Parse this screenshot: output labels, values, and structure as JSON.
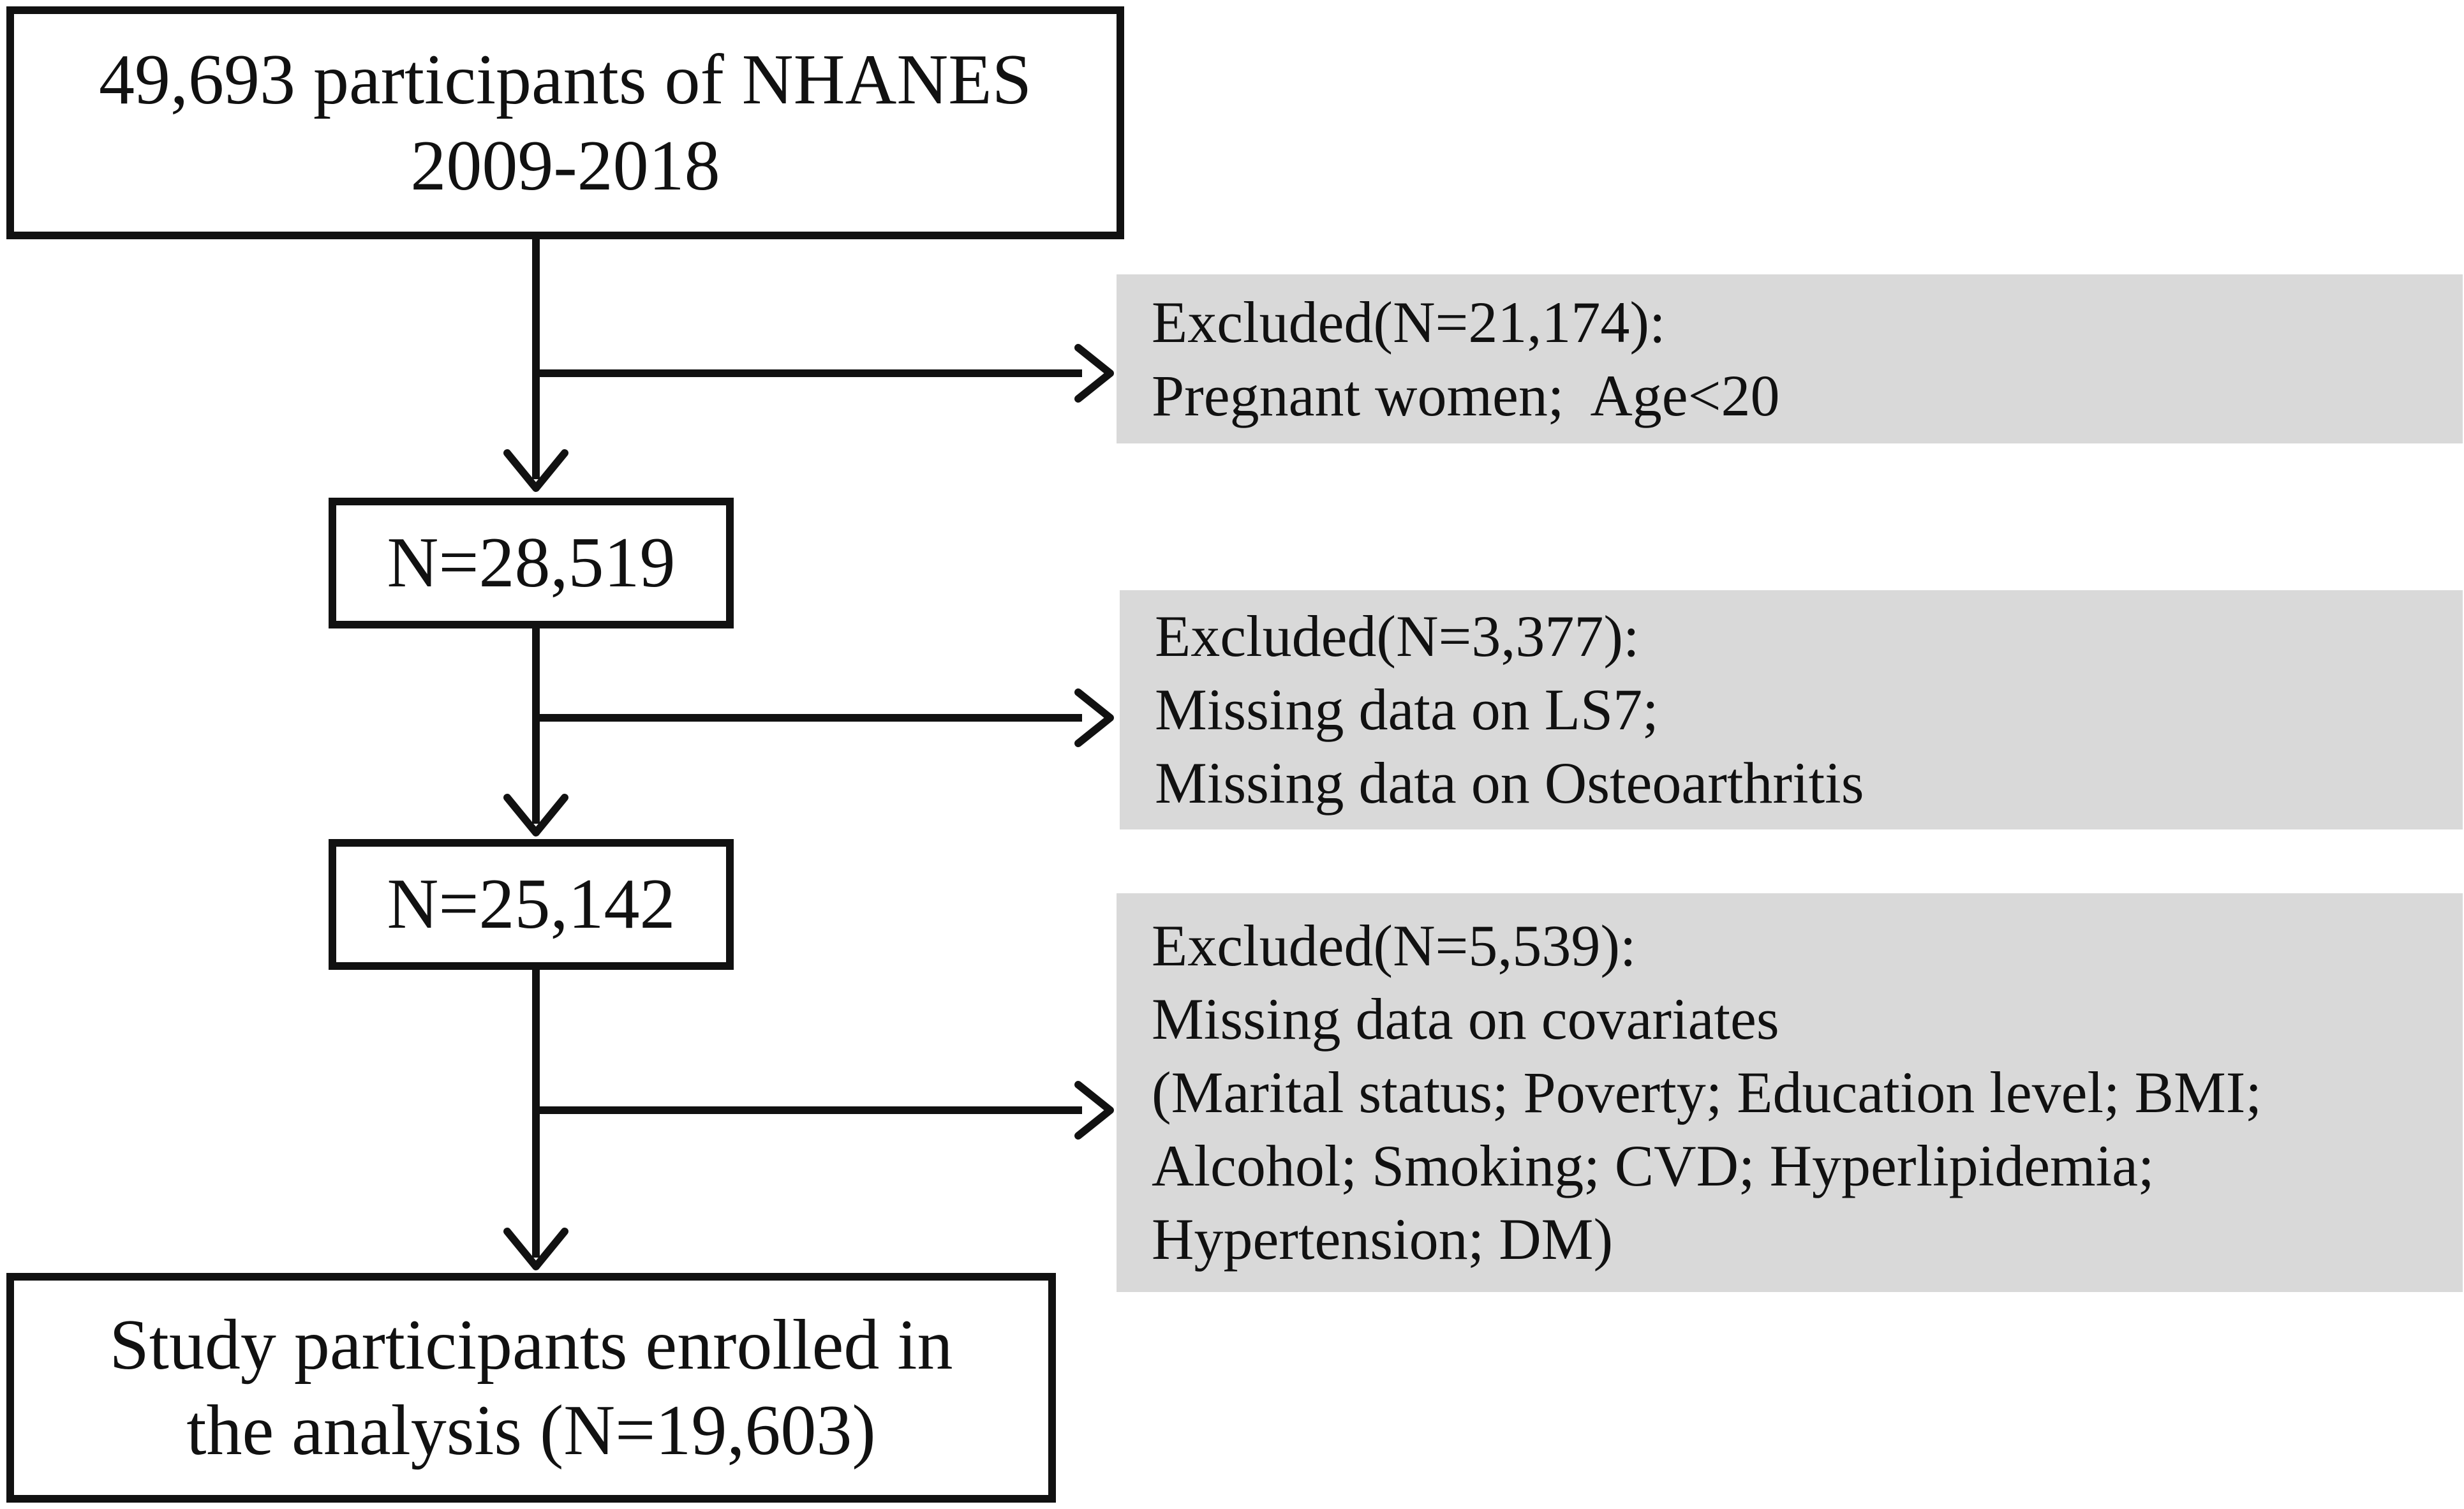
{
  "colors": {
    "box_border": "#111111",
    "excluded_fill": "#d9d9d9",
    "arrow": "#111111",
    "background": "#ffffff"
  },
  "boxes": {
    "start": {
      "line1": "49,693 participants of NHANES",
      "line2": "2009-2018"
    },
    "step1": {
      "label": "N=28,519"
    },
    "step2": {
      "label": "N=25,142"
    },
    "final": {
      "line1": "Study participants enrolled in",
      "line2": "the analysis (N=19,603)"
    }
  },
  "excluded": [
    {
      "lines": [
        "Excluded(N=21,174):",
        "Pregnant women;  Age<20"
      ]
    },
    {
      "lines": [
        "Excluded(N=3,377):",
        "Missing data on LS7;",
        "Missing data on Osteoarthritis"
      ]
    },
    {
      "lines": [
        "Excluded(N=5,539):",
        "Missing data on covariates",
        "(Marital status; Poverty; Education level; BMI;",
        "Alcohol; Smoking; CVD; Hyperlipidemia;",
        "Hypertension; DM)"
      ]
    }
  ]
}
